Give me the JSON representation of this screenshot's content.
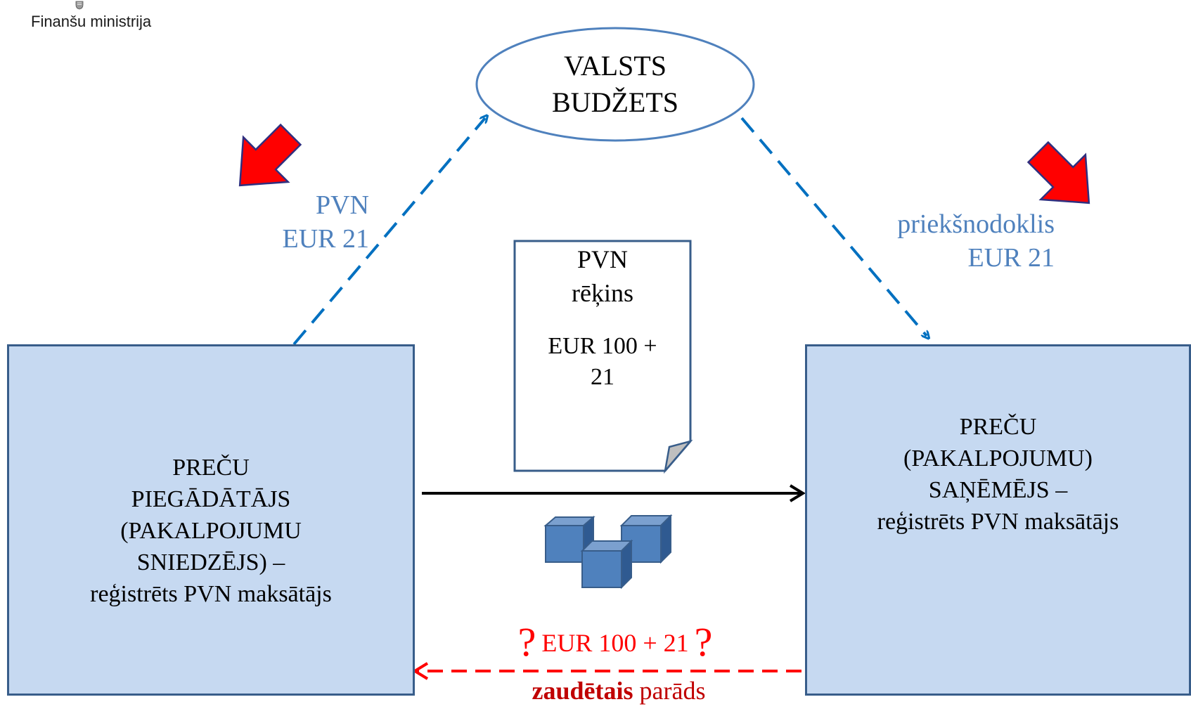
{
  "header": {
    "org_name": "Finanšu ministrija",
    "crest_icon": "coat-of-arms-icon"
  },
  "state_budget": {
    "line1": "VALSTS",
    "line2": "BUDŽETS"
  },
  "supplier": {
    "lines": [
      "PREČU",
      "PIEGĀDĀTĀJS",
      "(PAKALPOJUMU",
      "SNIEDZĒJS) –",
      "reģistrēts PVN maksātājs"
    ]
  },
  "receiver": {
    "lines": [
      "PREČU",
      "(PAKALPOJUMU)",
      "SAŅĒMĒJS –",
      "reģistrēts PVN maksātājs"
    ]
  },
  "invoice": {
    "title_line1": "PVN",
    "title_line2": "rēķins",
    "amount_line1": "EUR 100 +",
    "amount_line2": "21"
  },
  "vat_flow": {
    "line1": "PVN",
    "line2": "EUR 21"
  },
  "input_tax_flow": {
    "line1": "priekšnodoklis",
    "line2": "EUR 21"
  },
  "unpaid": {
    "question_mark": "?",
    "amount": "EUR 100 + 21",
    "lost_bold": "zaudētais",
    "lost_rest": "parāds"
  },
  "colors": {
    "box_fill": "#c6d9f1",
    "box_border": "#385d8a",
    "blue_text": "#4f81bd",
    "dashed_blue": "#0070c0",
    "red": "#ff0000",
    "red_arrow": "#ff0000",
    "cube": "#4f81bd"
  }
}
